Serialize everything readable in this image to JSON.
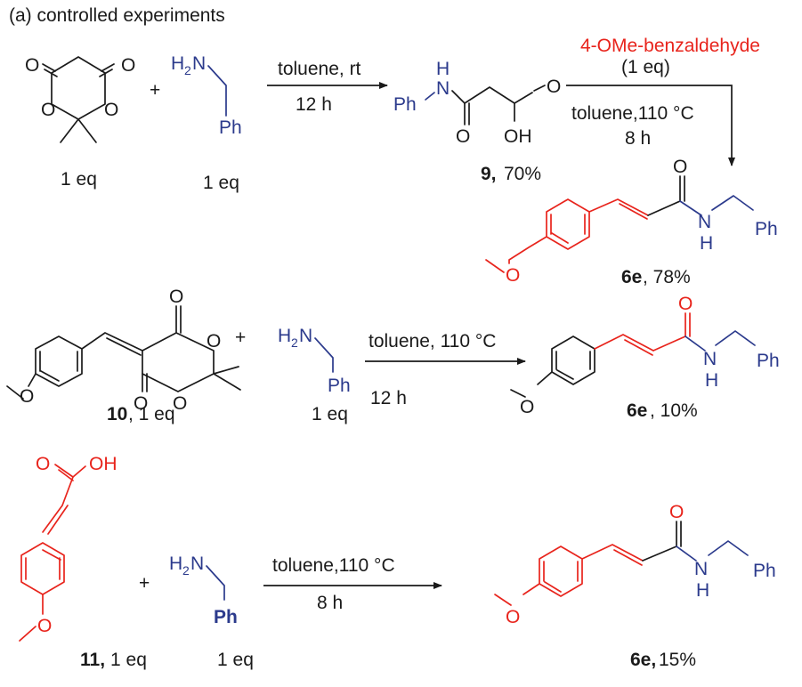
{
  "title": "(a) controlled experiments",
  "atoms": {
    "O": "O",
    "H": "H",
    "N": "N",
    "OH": "OH",
    "Ph": "Ph",
    "sub2": "2"
  },
  "row1": {
    "reactant1_eq": "1 eq",
    "reactant2_eq": "1 eq",
    "condition_top": "toluene, rt",
    "condition_bottom": "12 h",
    "product_number": "9,",
    "product_yield": "70%",
    "reagent": "4-OMe-benzaldehyde",
    "reagent_eq": "(1 eq)",
    "condition2_top": "toluene,110 °C",
    "condition2_bottom": "8 h",
    "final_number": "6e",
    "final_yield": ", 78%"
  },
  "row2": {
    "reactant1_number": "10",
    "reactant1_eq": ", 1 eq",
    "reactant2_eq": "1 eq",
    "condition_top": "toluene, 110 °C",
    "condition_bottom": "12 h",
    "product_number": "6e",
    "product_yield": ", 10%"
  },
  "row3": {
    "reactant1_number": "11,",
    "reactant1_eq": "1 eq",
    "reactant2_eq": "1 eq",
    "condition_top": "toluene,110 °C",
    "condition_bottom": "8 h",
    "product_number": "6e,",
    "product_yield": "15%"
  },
  "colors": {
    "text": "#1a1a1a",
    "highlight_red": "#e8241c",
    "amine_blue": "#2b3a8c"
  }
}
